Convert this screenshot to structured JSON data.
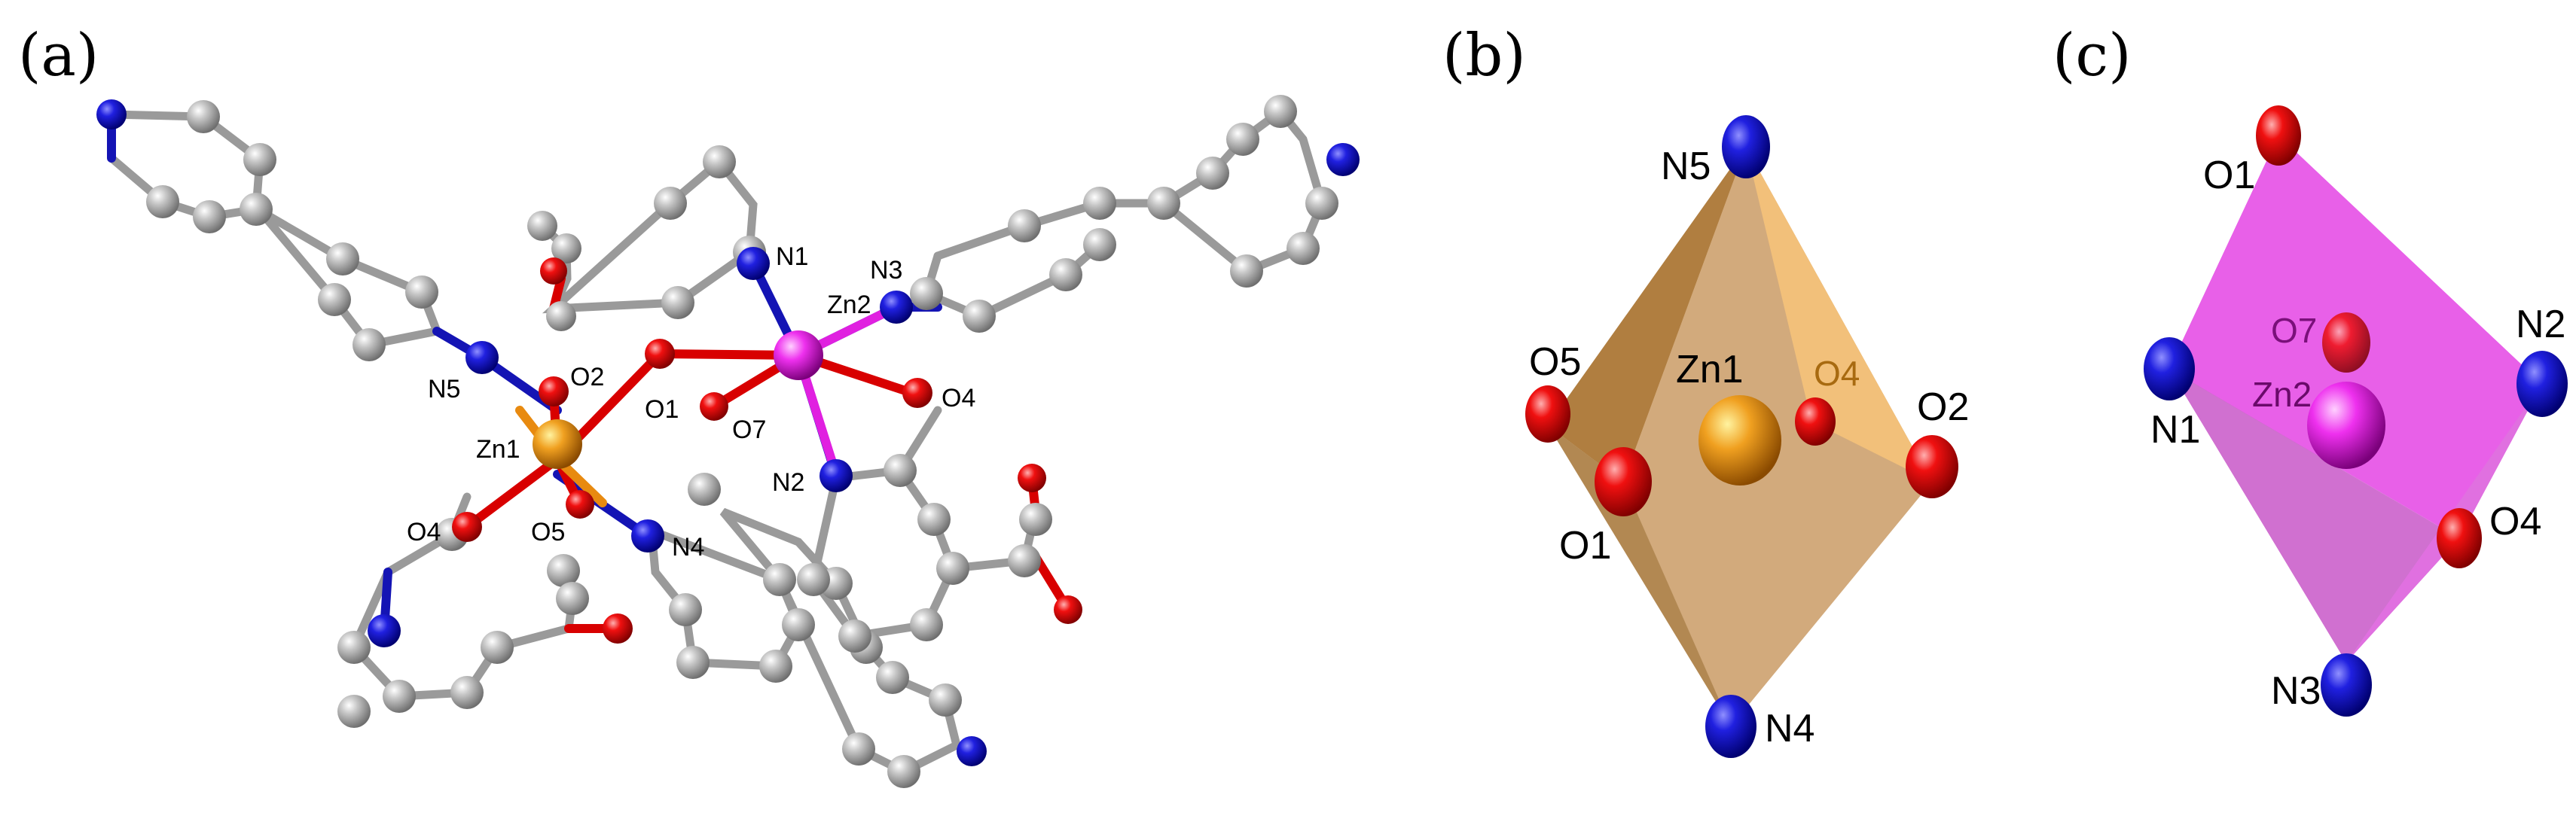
{
  "panels": {
    "a": {
      "label": "(a)",
      "atoms": {
        "zn1": "Zn1",
        "zn2": "Zn2",
        "n1": "N1",
        "n2": "N2",
        "n3": "N3",
        "n4": "N4",
        "n5": "N5",
        "o1": "O1",
        "o2": "O2",
        "o4a": "O4",
        "o4b": "O4",
        "o5": "O5",
        "o7": "O7"
      }
    },
    "b": {
      "label": "(b)",
      "atoms": {
        "n5": "N5",
        "o5": "O5",
        "zn1": "Zn1",
        "o4": "O4",
        "o2": "O2",
        "o1": "O1",
        "n4": "N4"
      }
    },
    "c": {
      "label": "(c)",
      "atoms": {
        "o1": "O1",
        "o7": "O7",
        "n2": "N2",
        "zn2": "Zn2",
        "n1": "N1",
        "o4": "O4",
        "n3": "N3"
      }
    }
  },
  "colors": {
    "carbon": "#8c8c8c",
    "nitrogen": "#1010c8",
    "oxygen": "#e00000",
    "zinc1": "#e88a10",
    "zinc2": "#e020e0",
    "polyhedron_b": "#c89a60",
    "polyhedron_c": "#e060e0"
  }
}
